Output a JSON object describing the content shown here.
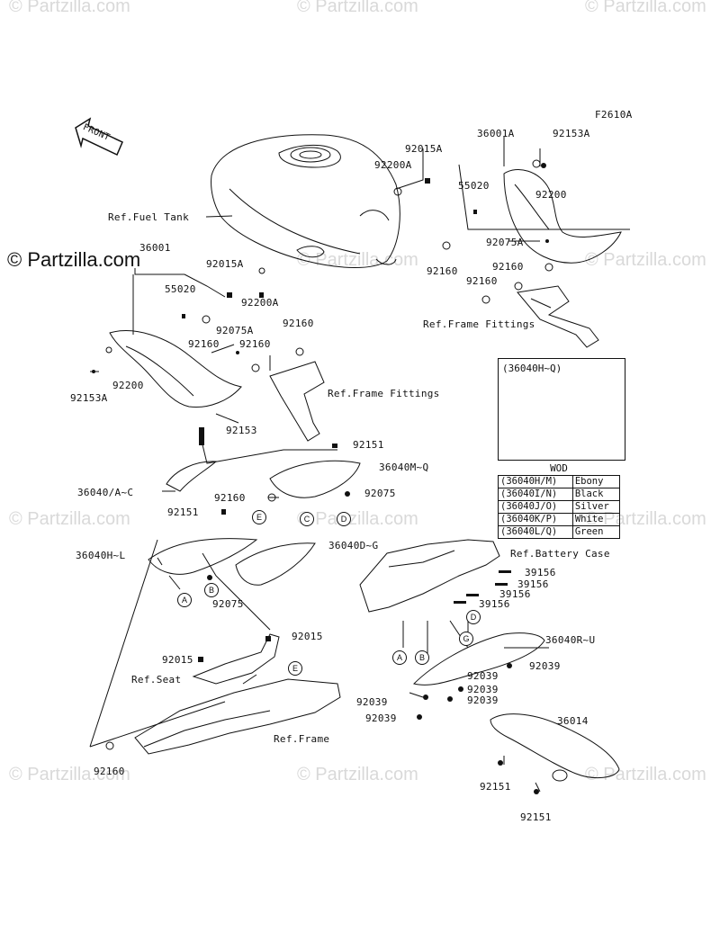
{
  "diagram_id": "F2610A",
  "front_arrow": "FRONT",
  "watermark": "© Partzilla.com",
  "watermark_main": "© Partzilla.com",
  "inset": {
    "title": "(36040H~Q)"
  },
  "wod_table": {
    "header": "WOD",
    "rows": [
      {
        "part": "(36040H/M)",
        "color": "Ebony"
      },
      {
        "part": "(36040I/N)",
        "color": "Black"
      },
      {
        "part": "(36040J/O)",
        "color": "Silver"
      },
      {
        "part": "(36040K/P)",
        "color": "White"
      },
      {
        "part": "(36040L/Q)",
        "color": "Green"
      }
    ]
  },
  "labels": {
    "l_36001A": "36001A",
    "l_92153A_top": "92153A",
    "l_92015A_top": "92015A",
    "l_92200A_top": "92200A",
    "l_55020_top": "55020",
    "l_92200_top": "92200",
    "l_fuel_tank": "Ref.Fuel Tank",
    "l_92075A_top": "92075A",
    "l_92160_r1": "92160",
    "l_92160_r2": "92160",
    "l_92160_r3": "92160",
    "l_frame_fit_r": "Ref.Frame Fittings",
    "l_36001": "36001",
    "l_92015A_left": "92015A",
    "l_55020_left": "55020",
    "l_92200A_left": "92200A",
    "l_92075A_left": "92075A",
    "l_92160_l1": "92160",
    "l_92160_l2": "92160",
    "l_92160_l3": "92160",
    "l_92200_left": "92200",
    "l_92153A_left": "92153A",
    "l_frame_fit_l": "Ref.Frame Fittings",
    "l_92153": "92153",
    "l_92151_a": "92151",
    "l_36040MQ": "36040M~Q",
    "l_36040AC": "36040/A~C",
    "l_92160_mid": "92160",
    "l_92075_a": "92075",
    "l_92151_b": "92151",
    "l_36040HL": "36040H~L",
    "l_36040DG": "36040D~G",
    "l_battery": "Ref.Battery Case",
    "l_39156_1": "39156",
    "l_39156_2": "39156",
    "l_39156_3": "39156",
    "l_39156_4": "39156",
    "l_92075_b": "92075",
    "l_36040RU": "36040R~U",
    "l_92015_a": "92015",
    "l_92015_b": "92015",
    "l_seat": "Ref.Seat",
    "l_92039_1": "92039",
    "l_92039_2": "92039",
    "l_92039_3": "92039",
    "l_92039_4": "92039",
    "l_92039_5": "92039",
    "l_92039_6": "92039",
    "l_frame": "Ref.Frame",
    "l_36014": "36014",
    "l_92160_bot": "92160",
    "l_92151_c": "92151",
    "l_92151_d": "92151"
  },
  "callouts": {
    "c1": "E",
    "c2": "C",
    "c3": "D",
    "c4": "A",
    "c5": "B",
    "c6": "E",
    "c7": "D",
    "c8": "G",
    "c9": "A",
    "c10": "B"
  }
}
